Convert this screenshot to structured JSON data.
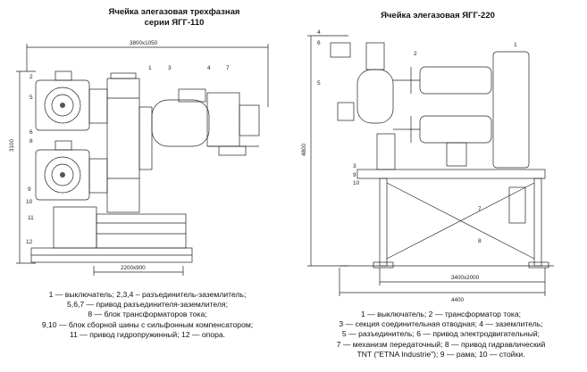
{
  "left": {
    "title_line1": "Ячейка элегазовая трехфазная",
    "title_line2": "серии ЯГГ-110",
    "dim_top": "3800х1050",
    "dim_bottom": "2200х900",
    "dim_height": "3100",
    "labels": [
      "1",
      "2",
      "3",
      "4",
      "7",
      "5",
      "6",
      "8",
      "9",
      "10",
      "11",
      "12"
    ],
    "caption": [
      "1 — выключатель; 2,3,4 – разъединитель-заземлитель;",
      "5,6,7 — привод разъединителя-заземлителя;",
      "8 — блок трансформаторов тока;",
      "9,10 — блок сборной шины с сильфонным компенсатором;",
      "11 — привод гидропружинный; 12 — опора."
    ]
  },
  "right": {
    "title": "Ячейка элегазовая ЯГГ-220",
    "dim_bottom_inner": "3400х2000",
    "dim_bottom_outer": "4400",
    "dim_height": "4800",
    "labels": [
      "1",
      "2",
      "3",
      "4",
      "5",
      "6",
      "7",
      "8",
      "9",
      "10"
    ],
    "caption": [
      "1 — выключатель; 2 — трансформатор тока;",
      "3 — секция соединительная отводная; 4 — заземлитель;",
      "5 — разъединитель; 6 — привод электродвигательный;",
      "7 — механизм передаточный; 8 — привод гидравлический",
      "TNT (\"ETNA Industrie\"); 9 — рама; 10 — стойки."
    ]
  }
}
